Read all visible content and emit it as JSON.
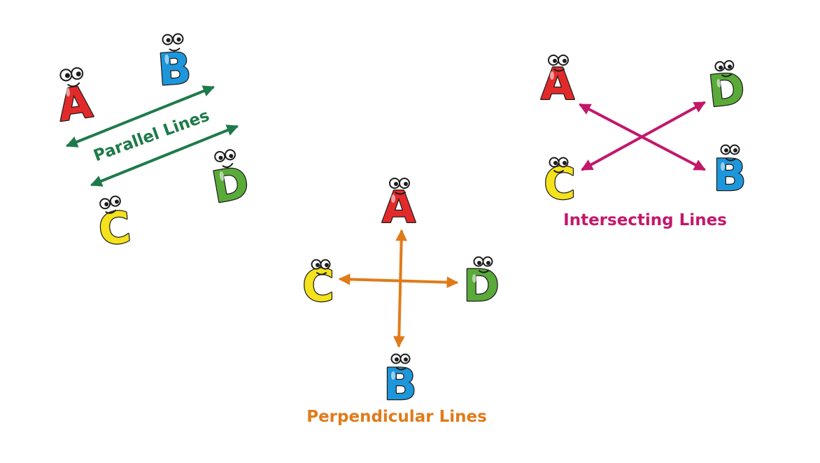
{
  "colors": {
    "parallel": "#1f7a4a",
    "perpendicular": "#e07b1a",
    "intersecting": "#c2186b",
    "letter_A": "#e32a2a",
    "letter_B": "#1d96db",
    "letter_C": "#f4e21d",
    "letter_D": "#5aaa3a",
    "outline": "#1d1d1d"
  },
  "parallel": {
    "caption": "Parallel Lines",
    "letters": [
      "A",
      "B",
      "C",
      "D"
    ]
  },
  "perpendicular": {
    "caption": "Perpendicular Lines",
    "letters": [
      "A",
      "B",
      "C",
      "D"
    ]
  },
  "intersecting": {
    "caption": "Intersecting Lines",
    "letters": [
      "A",
      "B",
      "C",
      "D"
    ]
  }
}
